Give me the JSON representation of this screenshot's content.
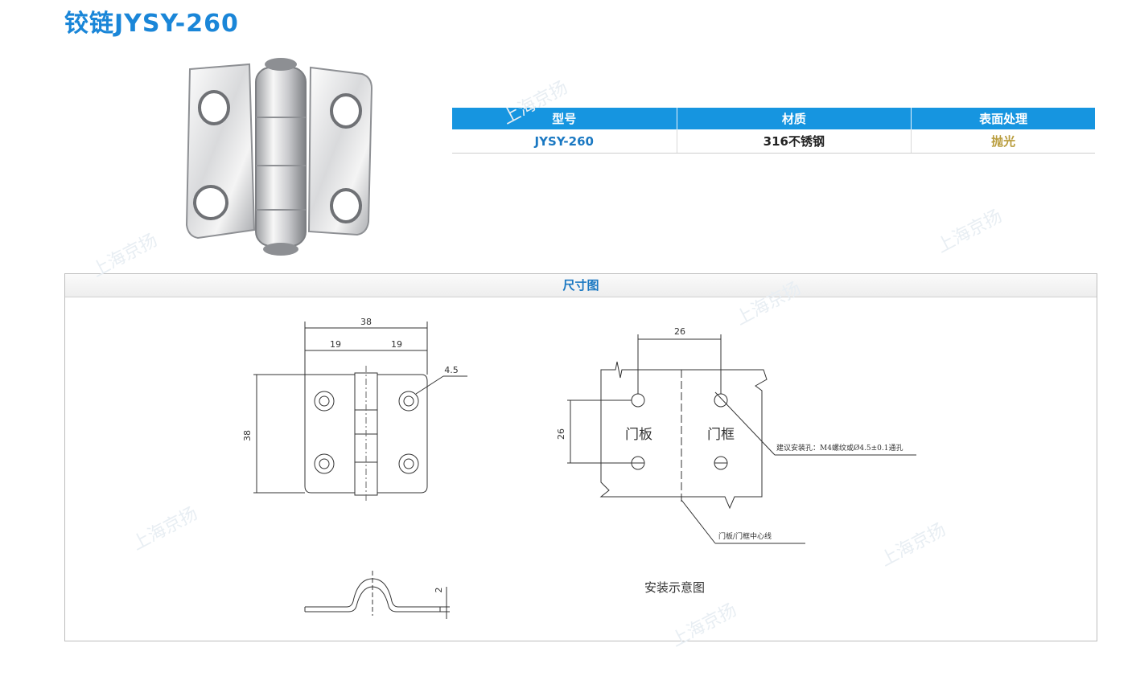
{
  "title": "铰链JYSY-260",
  "spec_table": {
    "headers": [
      "型号",
      "材质",
      "表面处理"
    ],
    "row": {
      "model": "JYSY-260",
      "material": "316不锈钢",
      "finish": "抛光"
    }
  },
  "dimension_section": {
    "title": "尺寸图",
    "dims": {
      "total_width": "38",
      "left_half": "19",
      "right_half": "19",
      "hole": "4.5",
      "height": "38",
      "hole_spacing": "26",
      "hole_gap": "26",
      "thickness": "2"
    },
    "labels": {
      "door": "门板",
      "frame": "门框",
      "mount_hole_note": "建议安装孔：M4螺纹或Ø4.5±0.1通孔",
      "center_line_note": "门板/门框中心线",
      "install_caption": "安装示意图"
    }
  },
  "watermark": "上海京扬",
  "colors": {
    "accent": "#1695e0",
    "title": "#1a86d8"
  }
}
